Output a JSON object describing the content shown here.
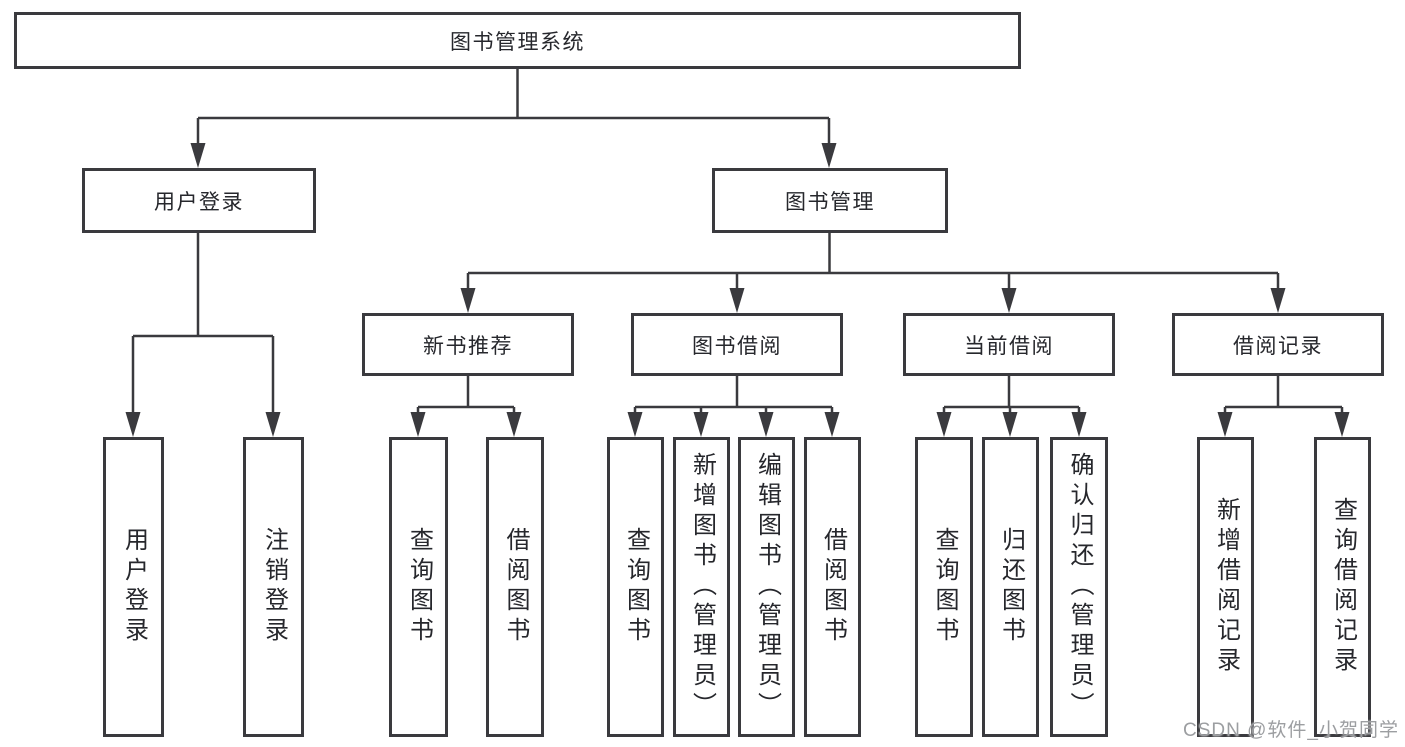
{
  "diagram": {
    "colors": {
      "line": "#3a3a3e",
      "box_border": "#3a3a3e",
      "text": "#26272c",
      "background": "#ffffff",
      "watermark": "#9c9ea1"
    },
    "tree": {
      "label": "图书管理系统",
      "children": [
        {
          "label": "用户登录",
          "children": [
            {
              "label": "用户登录"
            },
            {
              "label": "注销登录"
            }
          ]
        },
        {
          "label": "图书管理",
          "children": [
            {
              "label": "新书推荐",
              "children": [
                {
                  "label": "查询图书"
                },
                {
                  "label": "借阅图书"
                }
              ]
            },
            {
              "label": "图书借阅",
              "children": [
                {
                  "label": "查询图书"
                },
                {
                  "label": "新增图书（管理员）"
                },
                {
                  "label": "编辑图书（管理员）"
                },
                {
                  "label": "借阅图书"
                }
              ]
            },
            {
              "label": "当前借阅",
              "children": [
                {
                  "label": "查询图书"
                },
                {
                  "label": "归还图书"
                },
                {
                  "label": "确认归还（管理员）"
                }
              ]
            },
            {
              "label": "借阅记录",
              "children": [
                {
                  "label": "新增借阅记录"
                },
                {
                  "label": "查询借阅记录"
                }
              ]
            }
          ]
        }
      ]
    },
    "watermark": "CSDN @软件_小贺同学"
  }
}
